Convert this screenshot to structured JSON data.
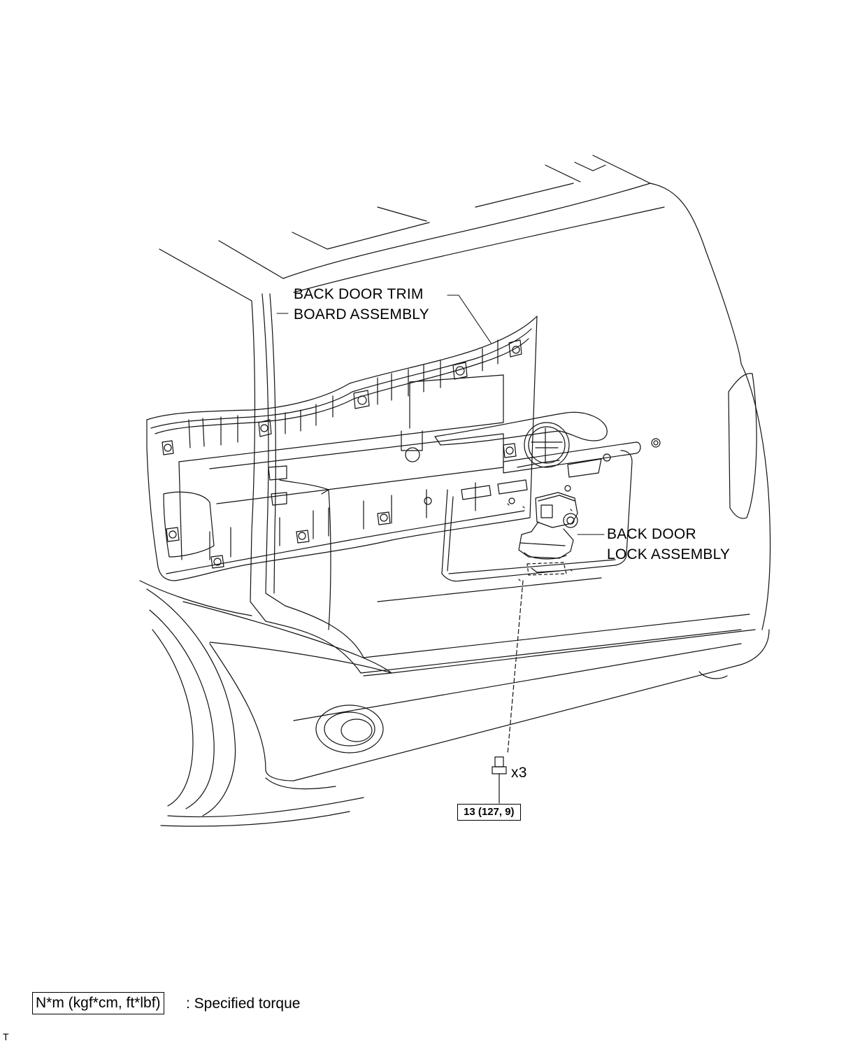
{
  "labels": {
    "trim_line1": "BACK DOOR TRIM",
    "trim_line2": "BOARD ASSEMBLY",
    "lock_line1": "BACK DOOR",
    "lock_line2": "LOCK ASSEMBLY",
    "quantity": "x3"
  },
  "torque": {
    "value": "13 (127, 9)"
  },
  "legend": {
    "unit": "N*m (kgf*cm, ft*lbf)",
    "description": ": Specified torque"
  },
  "corner_code": "T"
}
